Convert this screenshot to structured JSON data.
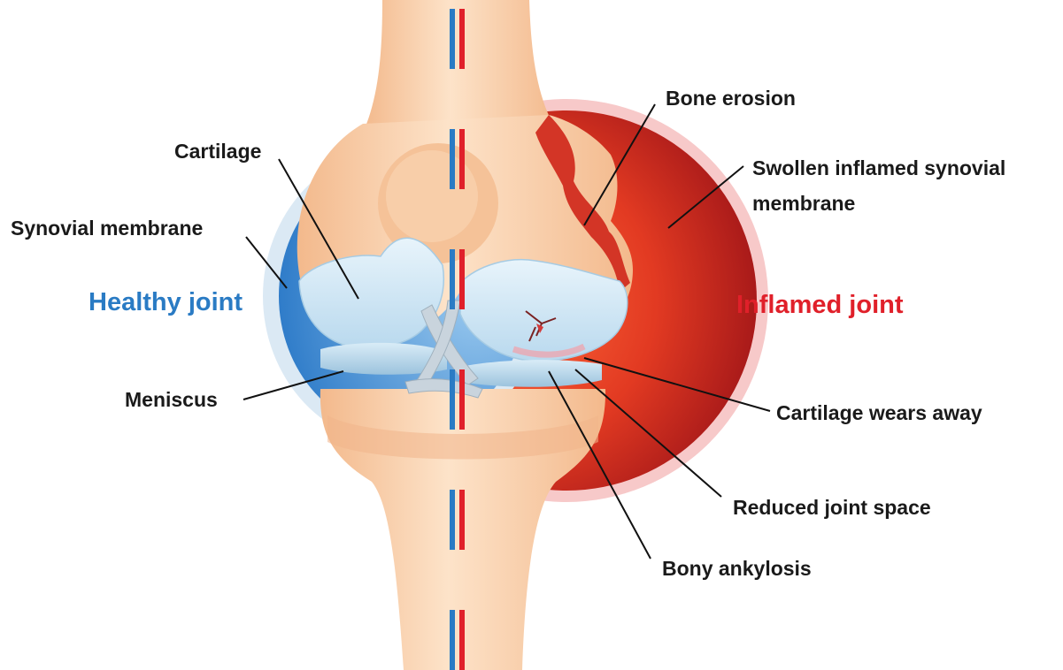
{
  "labels": {
    "cartilage": "Cartilage",
    "synovial_membrane": "Synovial membrane",
    "meniscus": "Meniscus",
    "bone_erosion": "Bone erosion",
    "swollen_line1": "Swollen inflamed synovial",
    "swollen_line2": "membrane",
    "cartilage_wears_away": "Cartilage wears away",
    "reduced_joint_space": "Reduced joint space",
    "bony_ankylosis": "Bony ankylosis"
  },
  "sides": {
    "healthy": "Healthy joint",
    "inflamed": "Inflamed joint"
  },
  "colors": {
    "healthy": "#2a7bc4",
    "inflamed": "#e0202a",
    "bone": "#f6c9a0",
    "cartilage": "#cfe6f5",
    "inflamed_capsule": "#c0262a"
  }
}
